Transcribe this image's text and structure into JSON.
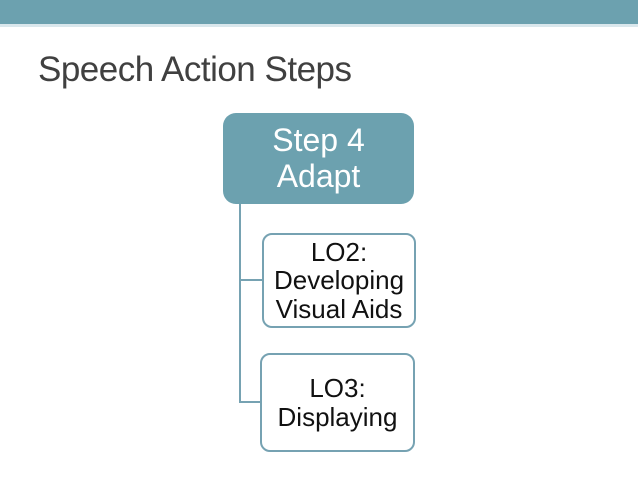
{
  "slide": {
    "title": "Speech Action Steps"
  },
  "diagram": {
    "type": "hierarchy",
    "root": {
      "lines": [
        "Step 4",
        "Adapt"
      ]
    },
    "children": [
      {
        "lines": [
          "LO2:",
          "Developing",
          "Visual Aids"
        ]
      },
      {
        "lines": [
          "LO3:",
          "Displaying"
        ]
      }
    ]
  },
  "colors": {
    "accent_teal": "#6ca1af",
    "band_underline": "#d9e7ec",
    "connector": "#76a2b2",
    "child_border": "#76a2b2",
    "title_text": "#404040",
    "root_text": "#ffffff",
    "child_text": "#111111",
    "background": "#ffffff"
  }
}
